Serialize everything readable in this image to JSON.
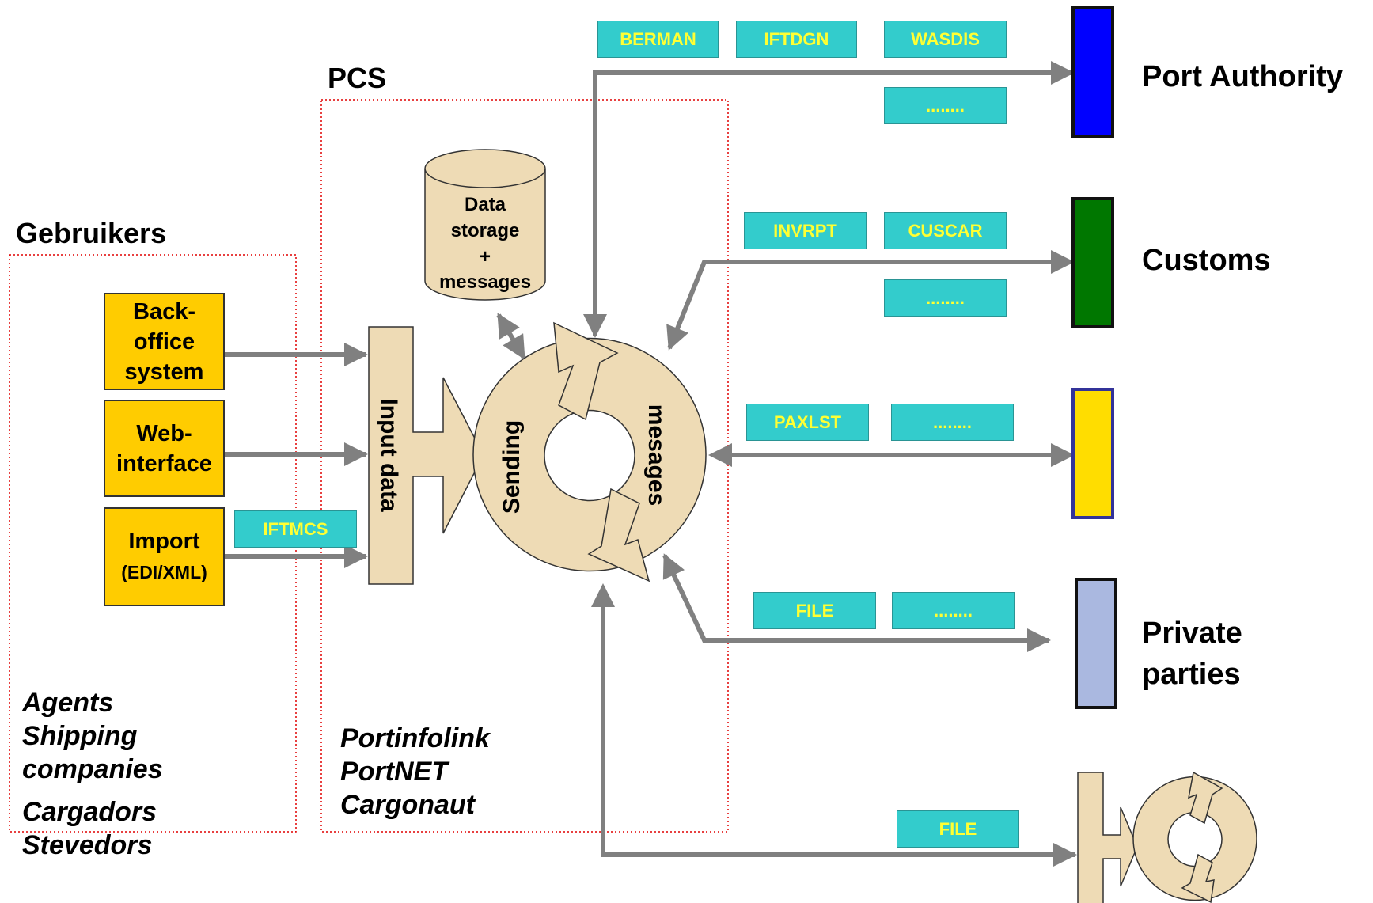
{
  "pcs_title": "PCS",
  "users_title": "Gebruikers",
  "sources": {
    "backoffice": [
      "Back-",
      "office",
      "system"
    ],
    "web": [
      "Web-",
      "interface"
    ],
    "import_main": "Import",
    "import_sub": "(EDI/XML)"
  },
  "db_lines": [
    "Data",
    "storage",
    "+",
    "messages"
  ],
  "input_label": "Input data",
  "cycle_left": "Sending",
  "cycle_right": "mesages",
  "messages": {
    "berman": "BERMAN",
    "iftdgn": "IFTDGN",
    "wasdis": "WASDIS",
    "pa_more": "........",
    "invrpt": "INVRPT",
    "cuscar": "CUSCAR",
    "cu_more": "........",
    "paxlst": "PAXLST",
    "pax_more": "........",
    "file1": "FILE",
    "file_more": "........",
    "iftmcs": "IFTMCS",
    "file2": "FILE"
  },
  "targets": {
    "port_authority": "Port Authority",
    "customs": "Customs",
    "private_1": "Private",
    "private_2": "parties"
  },
  "target_colors": {
    "port_authority": "#0000ff",
    "customs": "#007700",
    "yellow": "#ffdd00",
    "private": "#aab8e0"
  },
  "user_groups": [
    "Agents",
    "Shipping",
    "companies",
    "Cargadors",
    "Stevedors"
  ],
  "pcs_systems": [
    "Portinfolink",
    "PortNET",
    "Cargonaut"
  ]
}
